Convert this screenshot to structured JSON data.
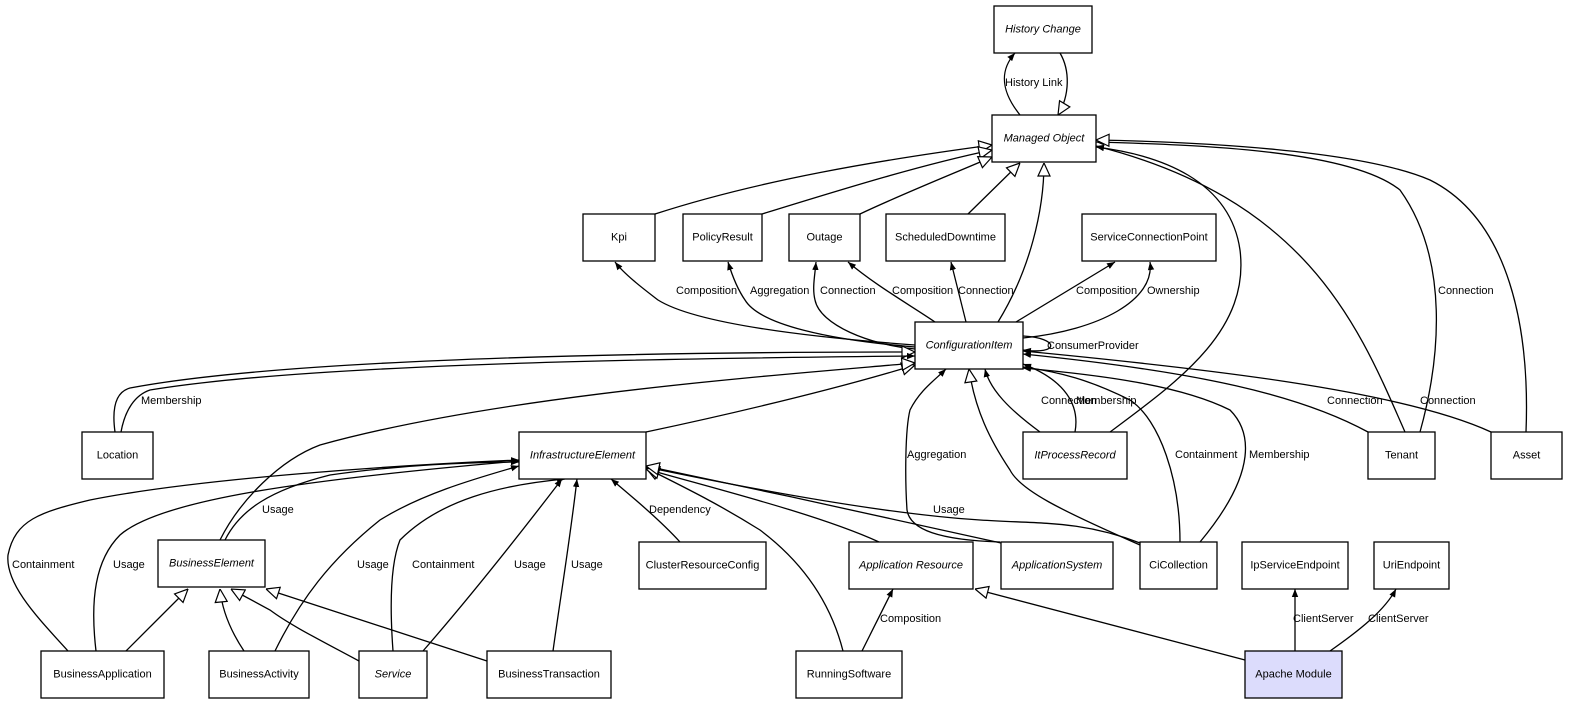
{
  "title": "Managed Object class relationship diagram",
  "colors": {
    "selected_fill": "#dcdcfc",
    "line": "#000000",
    "background": "#ffffff"
  },
  "nodes": [
    {
      "id": "history_change",
      "label": "History Change",
      "abstract": true
    },
    {
      "id": "managed_object",
      "label": "Managed Object",
      "abstract": true
    },
    {
      "id": "kpi",
      "label": "Kpi",
      "abstract": false
    },
    {
      "id": "policy_result",
      "label": "PolicyResult",
      "abstract": false
    },
    {
      "id": "outage",
      "label": "Outage",
      "abstract": false
    },
    {
      "id": "scheduled_downtime",
      "label": "ScheduledDowntime",
      "abstract": false
    },
    {
      "id": "service_connection_point",
      "label": "ServiceConnectionPoint",
      "abstract": false
    },
    {
      "id": "configuration_item",
      "label": "ConfigurationItem",
      "abstract": true
    },
    {
      "id": "location",
      "label": "Location",
      "abstract": false
    },
    {
      "id": "infrastructure_element",
      "label": "InfrastructureElement",
      "abstract": true
    },
    {
      "id": "it_process_record",
      "label": "ItProcessRecord",
      "abstract": true
    },
    {
      "id": "tenant",
      "label": "Tenant",
      "abstract": false
    },
    {
      "id": "asset",
      "label": "Asset",
      "abstract": false
    },
    {
      "id": "business_element",
      "label": "BusinessElement",
      "abstract": true
    },
    {
      "id": "cluster_resource_config",
      "label": "ClusterResourceConfig",
      "abstract": false
    },
    {
      "id": "application_resource",
      "label": "Application Resource",
      "abstract": true
    },
    {
      "id": "application_system",
      "label": "ApplicationSystem",
      "abstract": true
    },
    {
      "id": "ci_collection",
      "label": "CiCollection",
      "abstract": false
    },
    {
      "id": "ip_service_endpoint",
      "label": "IpServiceEndpoint",
      "abstract": false
    },
    {
      "id": "uri_endpoint",
      "label": "UriEndpoint",
      "abstract": false
    },
    {
      "id": "business_application",
      "label": "BusinessApplication",
      "abstract": false
    },
    {
      "id": "business_activity",
      "label": "BusinessActivity",
      "abstract": false
    },
    {
      "id": "service",
      "label": "Service",
      "abstract": true
    },
    {
      "id": "business_transaction",
      "label": "BusinessTransaction",
      "abstract": false
    },
    {
      "id": "running_software",
      "label": "RunningSoftware",
      "abstract": false
    },
    {
      "id": "apache_module",
      "label": "Apache Module",
      "abstract": false,
      "selected": true
    }
  ],
  "edges": [
    {
      "from": "managed_object",
      "to": "history_change",
      "type": "association",
      "label": "History Link"
    },
    {
      "from": "history_change",
      "to": "managed_object",
      "type": "inheritance",
      "label": ""
    },
    {
      "from": "kpi",
      "to": "managed_object",
      "type": "inheritance",
      "label": ""
    },
    {
      "from": "policy_result",
      "to": "managed_object",
      "type": "inheritance",
      "label": ""
    },
    {
      "from": "outage",
      "to": "managed_object",
      "type": "inheritance",
      "label": ""
    },
    {
      "from": "scheduled_downtime",
      "to": "managed_object",
      "type": "inheritance",
      "label": ""
    },
    {
      "from": "configuration_item",
      "to": "managed_object",
      "type": "inheritance",
      "label": ""
    },
    {
      "from": "it_process_record",
      "to": "managed_object",
      "type": "association",
      "label": ""
    },
    {
      "from": "tenant",
      "to": "managed_object",
      "type": "association",
      "label": ""
    },
    {
      "from": "tenant",
      "to": "managed_object",
      "type": "association",
      "label": "Connection"
    },
    {
      "from": "asset",
      "to": "managed_object",
      "type": "inheritance",
      "label": ""
    },
    {
      "from": "configuration_item",
      "to": "kpi",
      "type": "association",
      "label": "Composition"
    },
    {
      "from": "configuration_item",
      "to": "policy_result",
      "type": "association",
      "label": "Aggregation"
    },
    {
      "from": "configuration_item",
      "to": "outage",
      "type": "association",
      "label": "Connection"
    },
    {
      "from": "configuration_item",
      "to": "outage",
      "type": "association",
      "label": "Composition"
    },
    {
      "from": "configuration_item",
      "to": "scheduled_downtime",
      "type": "association",
      "label": "Connection"
    },
    {
      "from": "configuration_item",
      "to": "service_connection_point",
      "type": "association",
      "label": "Composition"
    },
    {
      "from": "configuration_item",
      "to": "service_connection_point",
      "type": "association",
      "label": "Ownership"
    },
    {
      "from": "configuration_item",
      "to": "configuration_item",
      "type": "association",
      "label": "ConsumerProvider"
    },
    {
      "from": "location",
      "to": "configuration_item",
      "type": "inheritance",
      "label": ""
    },
    {
      "from": "location",
      "to": "configuration_item",
      "type": "association",
      "label": "Membership"
    },
    {
      "from": "infrastructure_element",
      "to": "configuration_item",
      "type": "inheritance",
      "label": ""
    },
    {
      "from": "business_element",
      "to": "configuration_item",
      "type": "inheritance",
      "label": ""
    },
    {
      "from": "it_process_record",
      "to": "configuration_item",
      "type": "association",
      "label": "Connection"
    },
    {
      "from": "it_process_record",
      "to": "configuration_item",
      "type": "association",
      "label": "Membership"
    },
    {
      "from": "tenant",
      "to": "configuration_item",
      "type": "association",
      "label": "Connection"
    },
    {
      "from": "asset",
      "to": "configuration_item",
      "type": "association",
      "label": "Connection"
    },
    {
      "from": "application_system",
      "to": "configuration_item",
      "type": "association",
      "label": "Aggregation"
    },
    {
      "from": "ci_collection",
      "to": "configuration_item",
      "type": "inheritance",
      "label": ""
    },
    {
      "from": "ci_collection",
      "to": "configuration_item",
      "type": "association",
      "label": "Containment"
    },
    {
      "from": "ci_collection",
      "to": "configuration_item",
      "type": "association",
      "label": "Membership"
    },
    {
      "from": "ci_collection",
      "to": "infrastructure_element",
      "type": "association",
      "label": "Usage"
    },
    {
      "from": "business_element",
      "to": "infrastructure_element",
      "type": "association",
      "label": "Usage"
    },
    {
      "from": "business_application",
      "to": "infrastructure_element",
      "type": "association",
      "label": "Containment"
    },
    {
      "from": "business_application",
      "to": "infrastructure_element",
      "type": "association",
      "label": "Usage"
    },
    {
      "from": "business_activity",
      "to": "infrastructure_element",
      "type": "association",
      "label": "Usage"
    },
    {
      "from": "service",
      "to": "infrastructure_element",
      "type": "association",
      "label": "Containment"
    },
    {
      "from": "service",
      "to": "infrastructure_element",
      "type": "association",
      "label": "Usage"
    },
    {
      "from": "business_transaction",
      "to": "infrastructure_element",
      "type": "association",
      "label": "Usage"
    },
    {
      "from": "cluster_resource_config",
      "to": "infrastructure_element",
      "type": "association",
      "label": "Dependency"
    },
    {
      "from": "running_software",
      "to": "infrastructure_element",
      "type": "inheritance",
      "label": ""
    },
    {
      "from": "application_resource",
      "to": "infrastructure_element",
      "type": "inheritance",
      "label": ""
    },
    {
      "from": "application_system",
      "to": "infrastructure_element",
      "type": "inheritance",
      "label": ""
    },
    {
      "from": "business_application",
      "to": "business_element",
      "type": "inheritance",
      "label": ""
    },
    {
      "from": "business_activity",
      "to": "business_element",
      "type": "inheritance",
      "label": ""
    },
    {
      "from": "service",
      "to": "business_element",
      "type": "inheritance",
      "label": ""
    },
    {
      "from": "business_transaction",
      "to": "business_element",
      "type": "inheritance",
      "label": ""
    },
    {
      "from": "running_software",
      "to": "application_resource",
      "type": "association",
      "label": "Composition"
    },
    {
      "from": "apache_module",
      "to": "application_resource",
      "type": "inheritance",
      "label": ""
    },
    {
      "from": "apache_module",
      "to": "ip_service_endpoint",
      "type": "association",
      "label": "ClientServer"
    },
    {
      "from": "apache_module",
      "to": "uri_endpoint",
      "type": "association",
      "label": "ClientServer"
    }
  ]
}
